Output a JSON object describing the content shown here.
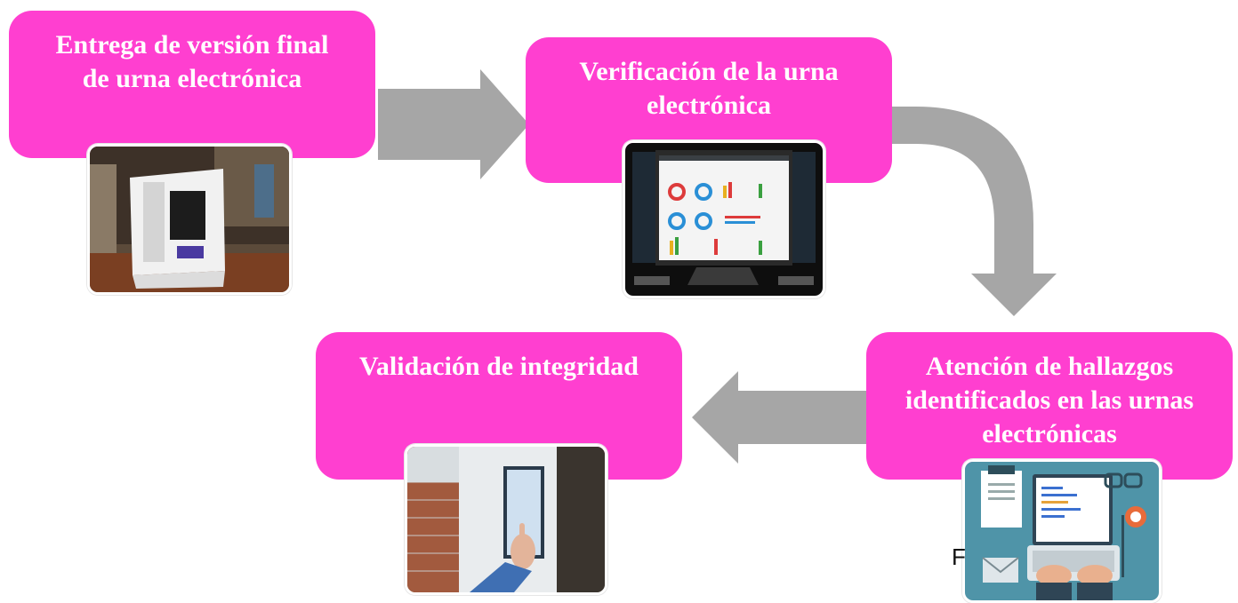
{
  "steps": [
    {
      "lines": [
        "Entrega de versión final",
        "de urna electrónica"
      ],
      "image": "electronic-ballot-box-photo"
    },
    {
      "lines": [
        "Verificación de la urna",
        "electrónica"
      ],
      "image": "monitor-dashboard-image"
    },
    {
      "lines": [
        "Atención de hallazgos",
        "identificados en las urnas",
        "electrónicas"
      ],
      "image": "laptop-workspace-illustration"
    },
    {
      "lines": [
        "Validación de integridad"
      ],
      "image": "touchscreen-voting-photo"
    }
  ],
  "stray_text": "F",
  "colors": {
    "box": "#ff3fd0",
    "arrow": "#a6a6a6",
    "text": "#ffffff"
  }
}
